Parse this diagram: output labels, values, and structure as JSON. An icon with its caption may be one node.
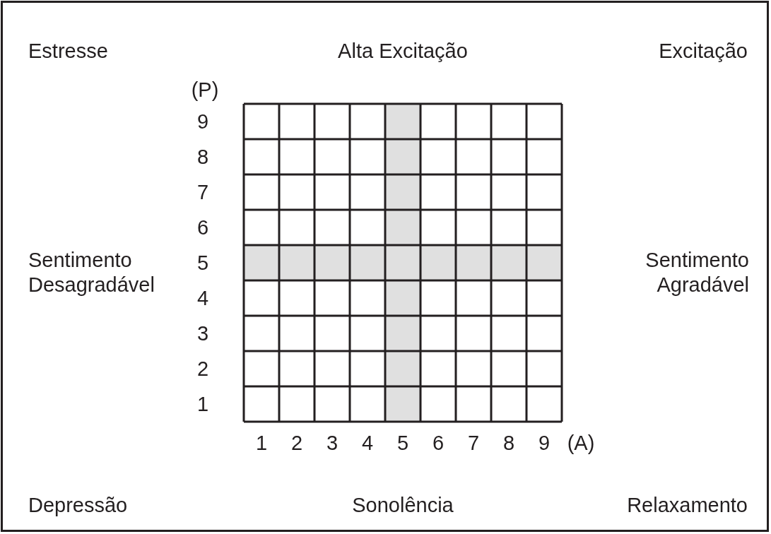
{
  "diagram": {
    "labels": [
      "Estresse",
      "Alta Excitação",
      "Excitação",
      "(P)",
      "9",
      "8",
      "7",
      "6",
      "Sentimento Desagradável",
      "5",
      "Sentimento Agradável",
      "4",
      "3",
      "2",
      "1",
      "1",
      "2",
      "3",
      "4",
      "5",
      "6",
      "7",
      "8",
      "9",
      "(A)",
      "Depressão",
      "Sonolência",
      "Relaxamento"
    ]
  }
}
